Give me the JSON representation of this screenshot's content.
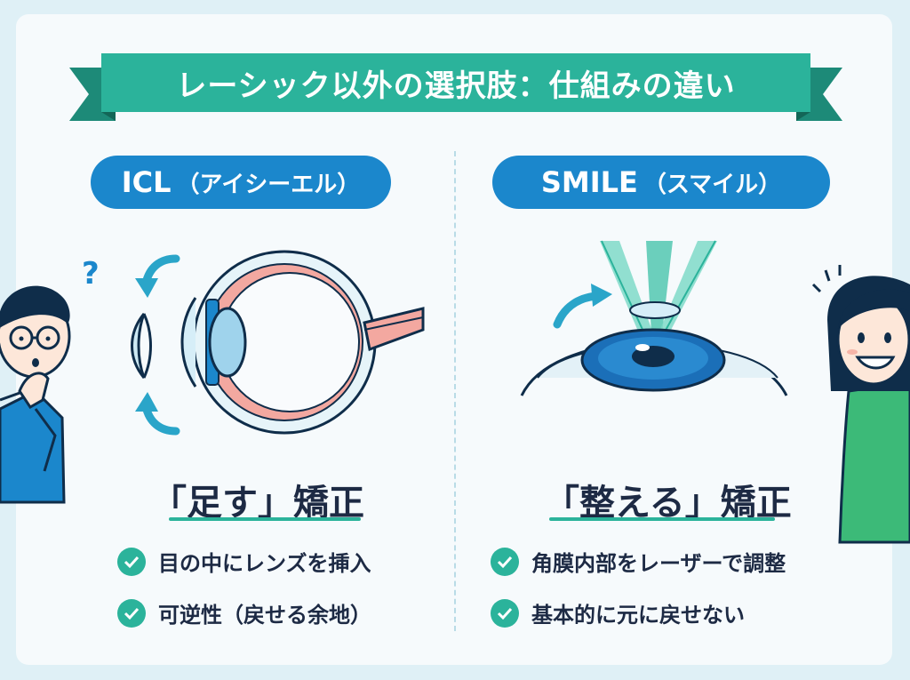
{
  "title": "レーシック以外の選択肢：仕組みの違い",
  "left": {
    "name": "ICL",
    "name_sub": "（アイシーエル）",
    "headline": "「足す」矯正",
    "points": [
      "目の中にレンズを挿入",
      "可逆性（戻せる余地）"
    ]
  },
  "right": {
    "name": "SMILE",
    "name_sub": "（スマイル）",
    "headline": "「整える」矯正",
    "points": [
      "角膜内部をレーザーで調整",
      "基本的に元に戻せない"
    ]
  },
  "question_mark": "?",
  "colors": {
    "banner": "#2bb39b",
    "banner_dark": "#1d8a78",
    "pill": "#1b87cc",
    "check": "#2bb39b",
    "arrow": "#2aa5c9"
  },
  "icons": [
    "check-icon",
    "curved-arrow-icon",
    "eye-icon",
    "lens-icon",
    "laser-beam-icon"
  ]
}
